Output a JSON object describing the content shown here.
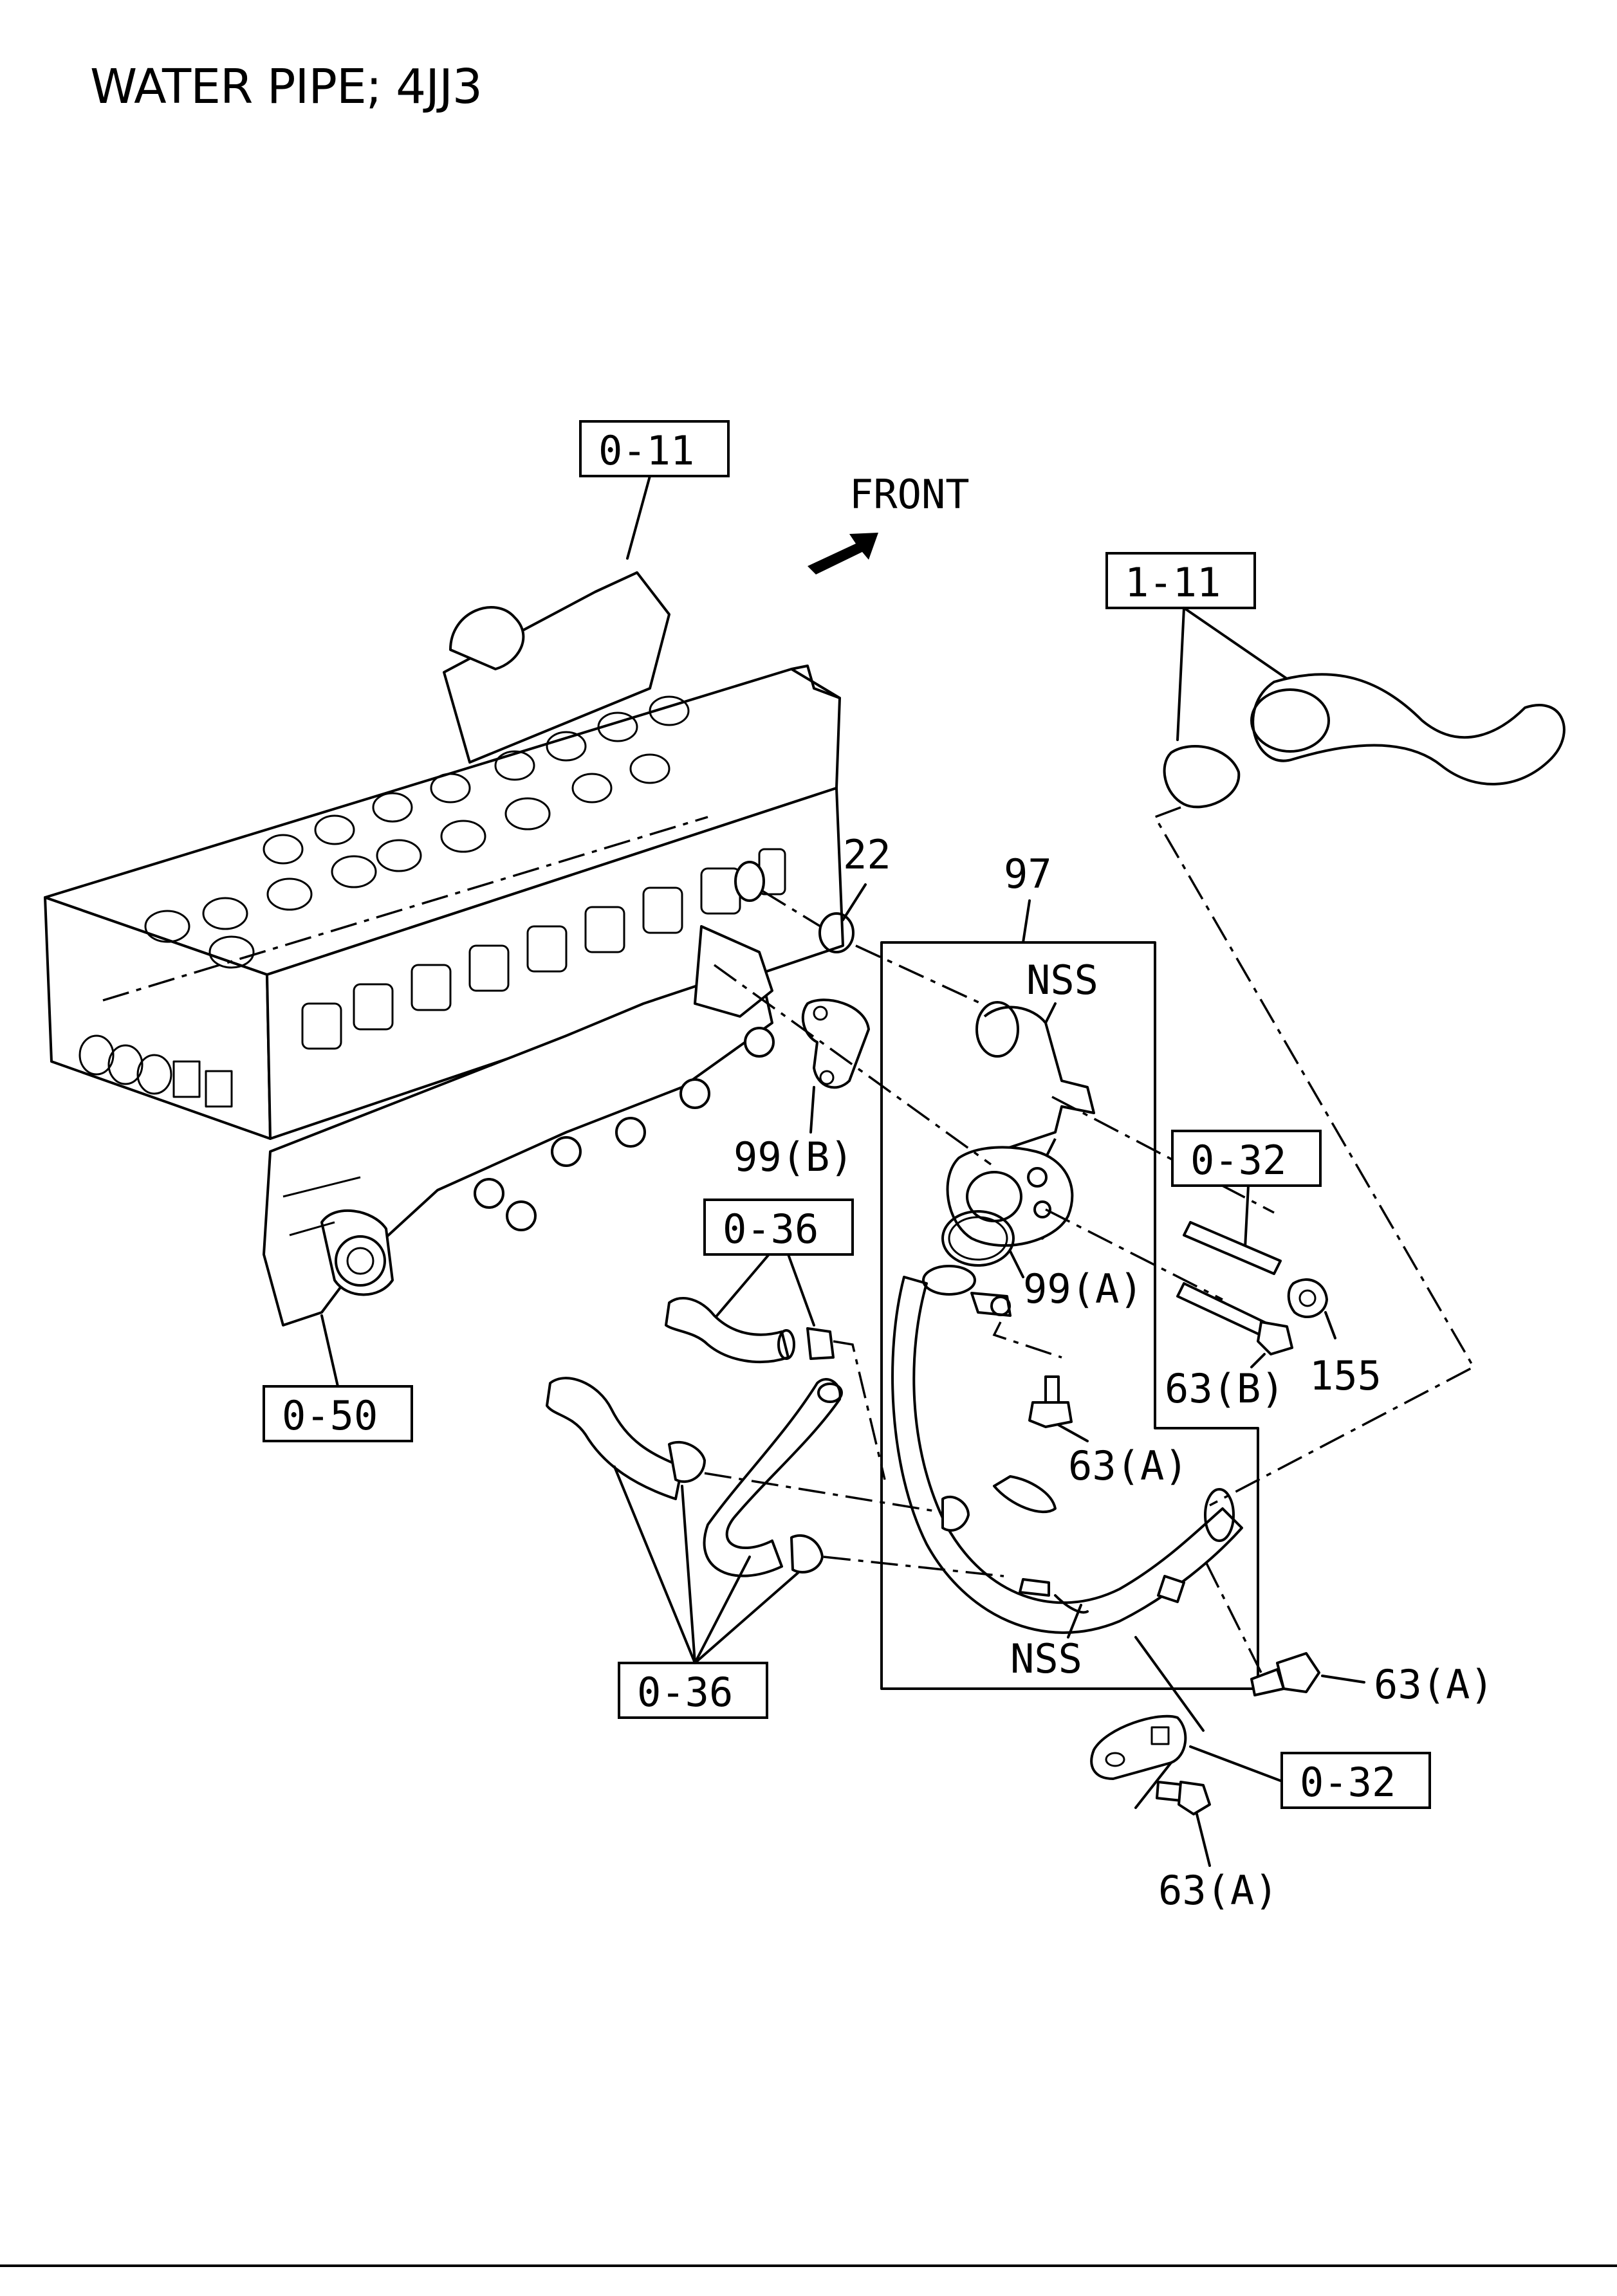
{
  "title": "WATER PIPE; 4JJ3",
  "direction_label": "FRONT",
  "ref_boxes": {
    "r011": "0-11",
    "r111": "1-11",
    "r032_top": "0-32",
    "r036_top": "0-36",
    "r050": "0-50",
    "r036_bottom": "0-36",
    "r032_bottom": "0-32"
  },
  "callouts": {
    "c22": "22",
    "c97": "97",
    "nss_top": "NSS",
    "c99b": "99(B)",
    "c99a": "99(A)",
    "c63b": "63(B)",
    "c155": "155",
    "c63a_1": "63(A)",
    "c63a_2": "63(A)",
    "c63a_3": "63(A)",
    "nss_bottom": "NSS"
  }
}
